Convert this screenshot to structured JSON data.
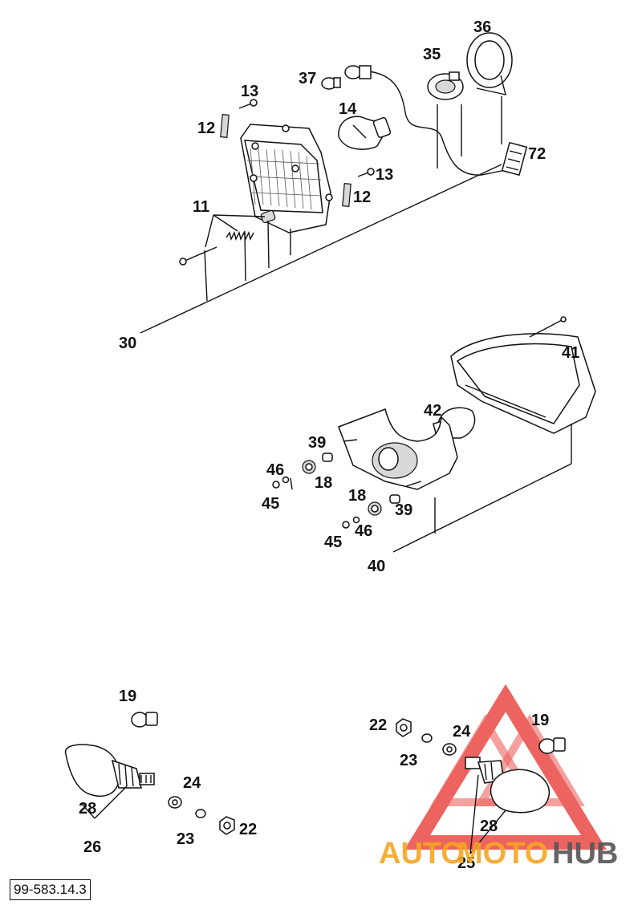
{
  "callouts": {
    "c36": "36",
    "c35": "35",
    "c37": "37",
    "c13a": "13",
    "c14": "14",
    "c12a": "12",
    "c72": "72",
    "c13b": "13",
    "c12b": "12",
    "c11": "11",
    "c30": "30",
    "c41": "41",
    "c42": "42",
    "c39a": "39",
    "c46a": "46",
    "c18a": "18",
    "c45a": "45",
    "c18b": "18",
    "c39b": "39",
    "c46b": "46",
    "c45b": "45",
    "c40": "40",
    "c19a": "19",
    "c24a": "24",
    "c28a": "28",
    "c26": "26",
    "c23a": "23",
    "c22a": "22",
    "c22b": "22",
    "c24b": "24",
    "c19b": "19",
    "c23b": "23",
    "c28b": "28",
    "c25": "25"
  },
  "document_number": "99-583.14.3",
  "watermark": {
    "part1": "AUTO",
    "part2": "MOTO",
    "part3": "HUB",
    "color_red": "#e8302c",
    "color_orange": "#f5a623",
    "color_gray": "#555555"
  }
}
